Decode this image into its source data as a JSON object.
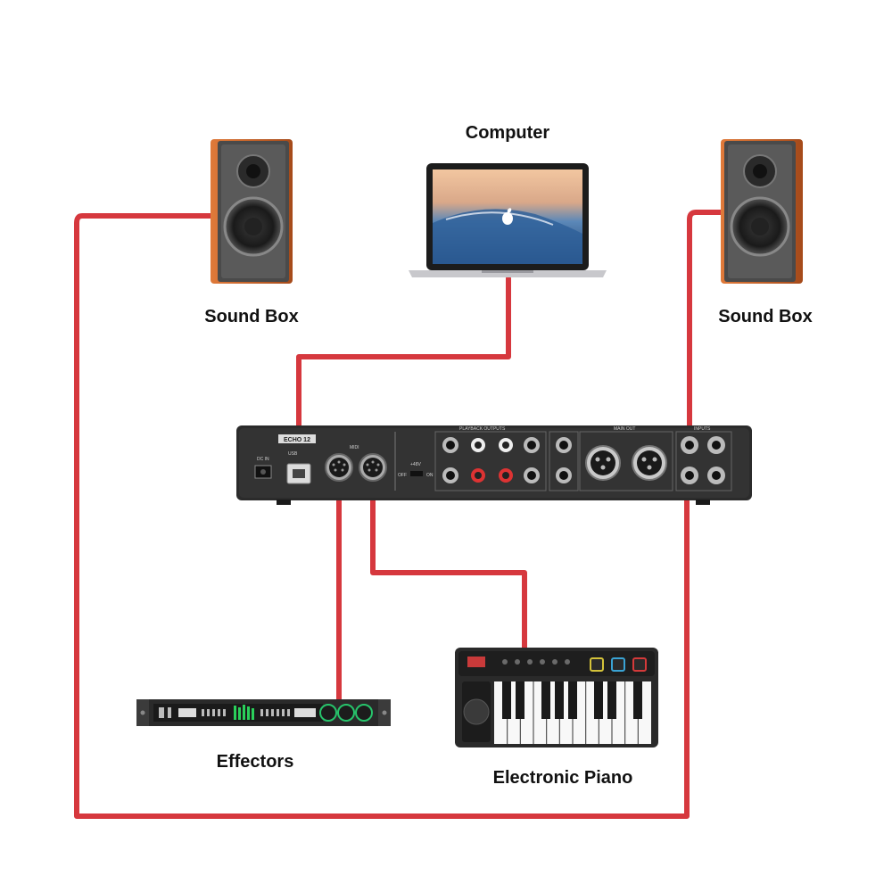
{
  "labels": {
    "computer": "Computer",
    "sound_box_left": "Sound Box",
    "sound_box_right": "Sound Box",
    "effectors": "Effectors",
    "electronic_piano": "Electronic Piano"
  },
  "interface_panel": {
    "model": "ECHO 12",
    "dc_in": "DC IN",
    "usb": "USB",
    "midi": "MIDI",
    "phantom": "+48V",
    "off": "OFF",
    "on": "ON",
    "playback_outputs": "PLAYBACK OUTPUTS",
    "main_out": "MAIN OUT",
    "inputs": "INPUTS"
  },
  "colors": {
    "cable": "#d6383e",
    "device_dark": "#2b2b2b",
    "speaker_wood": "#c8632a",
    "speaker_body": "#4a4a4a"
  },
  "icons": [
    "apple-logo-icon",
    "usb-port-icon",
    "midi-port-icon",
    "xlr-port-icon",
    "jack-port-icon"
  ]
}
